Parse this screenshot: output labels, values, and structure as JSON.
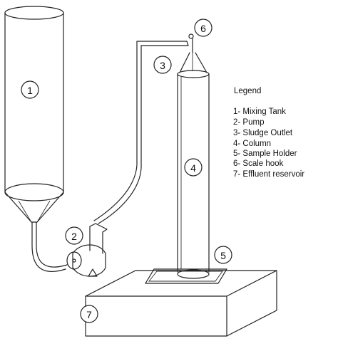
{
  "legend": {
    "title": "Legend",
    "items": [
      "1- Mixing Tank",
      "2- Pump",
      "3- Sludge Outlet",
      "4- Column",
      "5- Sample Holder",
      "6- Scale hook",
      "7- Effluent reservoir"
    ]
  },
  "callouts": {
    "mixing_tank": "1",
    "pump": "2",
    "sludge_outlet": "3",
    "column": "4",
    "sample_holder": "5",
    "scale_hook": "6",
    "effluent_reservoir": "7"
  }
}
